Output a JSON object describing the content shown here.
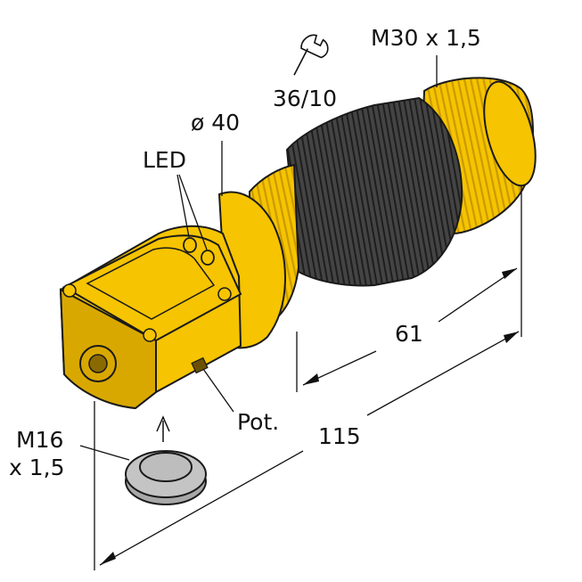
{
  "labels": {
    "thread_main": "M30 x 1,5",
    "wrench_size": "36/10",
    "diameter": "ø 40",
    "led": "LED",
    "pot": "Pot.",
    "cable_thread_line1": "M16",
    "cable_thread_line2": "x 1,5",
    "length_short": "61",
    "length_total": "115"
  },
  "colors": {
    "housing_yellow": "#f6c400",
    "housing_shade": "#d9a800",
    "thread_stripe": "#c99a00",
    "nut_dark": "#3a3a3a",
    "cap_grey": "#b8b8b8",
    "line": "#111111"
  },
  "icons": {
    "wrench": "wrench-icon"
  }
}
